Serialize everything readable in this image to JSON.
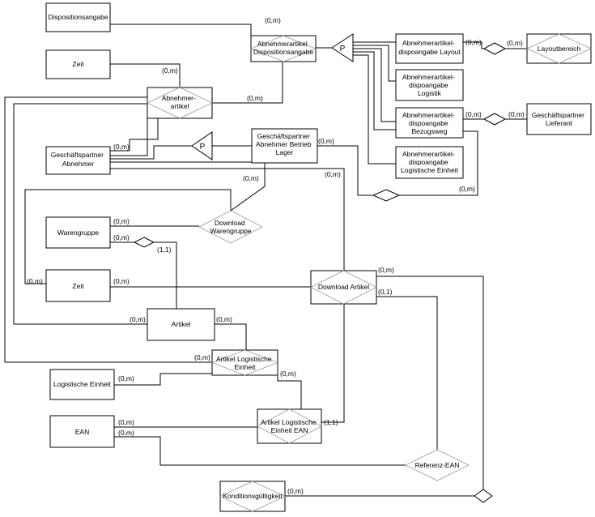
{
  "entities": {
    "dispositionsangabe": [
      "Dispositionsangabe"
    ],
    "abnehmerartikel_dispositionsangabe": [
      "Abnehmerartikel",
      "Dispositionsangabe"
    ],
    "zeit_top": [
      "Zeit"
    ],
    "abnehmer_artikel": [
      "Abnehmer-",
      "artikel"
    ],
    "geschaeftspartner_abnehmer": [
      "Geschäftspartner",
      "Abnehmer"
    ],
    "gp_abnehmer_betrieb_lager": [
      "Geschäftspartner",
      "Abnehmer Betrieb",
      "Lager"
    ],
    "aa_layout": [
      "Abnehmerartikel-",
      "dispoangabe Layout"
    ],
    "aa_logistik": [
      "Abnehmerartikel-",
      "dispoangabe",
      "Logistik"
    ],
    "aa_bezugsweg": [
      "Abnehmerartikel-",
      "dispoangabe",
      "Bezugsweg"
    ],
    "aa_logistische_einheit": [
      "Abnehmerartikel-",
      "dispoangabe",
      "Logistische Einheit"
    ],
    "layoutbereich": [
      "Layoutbereich"
    ],
    "gp_lieferant": [
      "Geschäftspartner",
      "Lieferant"
    ],
    "download_warengruppe": [
      "Download",
      "Warengruppe"
    ],
    "warengruppe": [
      "Warengruppe"
    ],
    "zeit_mid": [
      "Zeit"
    ],
    "download_artikel": [
      "Download Artikel"
    ],
    "artikel": [
      "Artikel"
    ],
    "artikel_logistische_einheit": [
      "Artikel Logistische",
      "Einheit"
    ],
    "logistische_einheit": [
      "Logistische Einheit"
    ],
    "ean": [
      "EAN"
    ],
    "artikel_le_ean": [
      "Artikel Logistische",
      "Einheit EAN"
    ],
    "referenz_ean": [
      "Referenz-EAN"
    ],
    "konditionsgueltigkeit": [
      "Konditionsgültigkeit"
    ]
  },
  "generalizations": {
    "p_top": "P",
    "p_mid": "P"
  },
  "cardinalities": {
    "c1": "(0,m)",
    "c2": "(0,m)",
    "c3": "(0,m)",
    "c4": "(0,m)",
    "c5": "(0,m)",
    "c6": "(0,m)",
    "c7": "(0,m)",
    "c8": "(0,m)",
    "c9": "(0,m)",
    "c10": "(0,m)",
    "c11": "(0,m)",
    "c12": "(0,m)",
    "c13": "(0,m)",
    "c14": "(1,1)",
    "c15": "(0,m)",
    "c16": "(0,m)",
    "c17": "(0,m)",
    "c18": "(0,m)",
    "c19": "(0,1)",
    "c20": "(0,m)",
    "c21": "(0,m)",
    "c22": "(0,m)",
    "c23": "(0,m)",
    "c24": "(0,m)",
    "c25": "(0,m)",
    "c26": "(1,1)",
    "c27": "(0,m)"
  }
}
